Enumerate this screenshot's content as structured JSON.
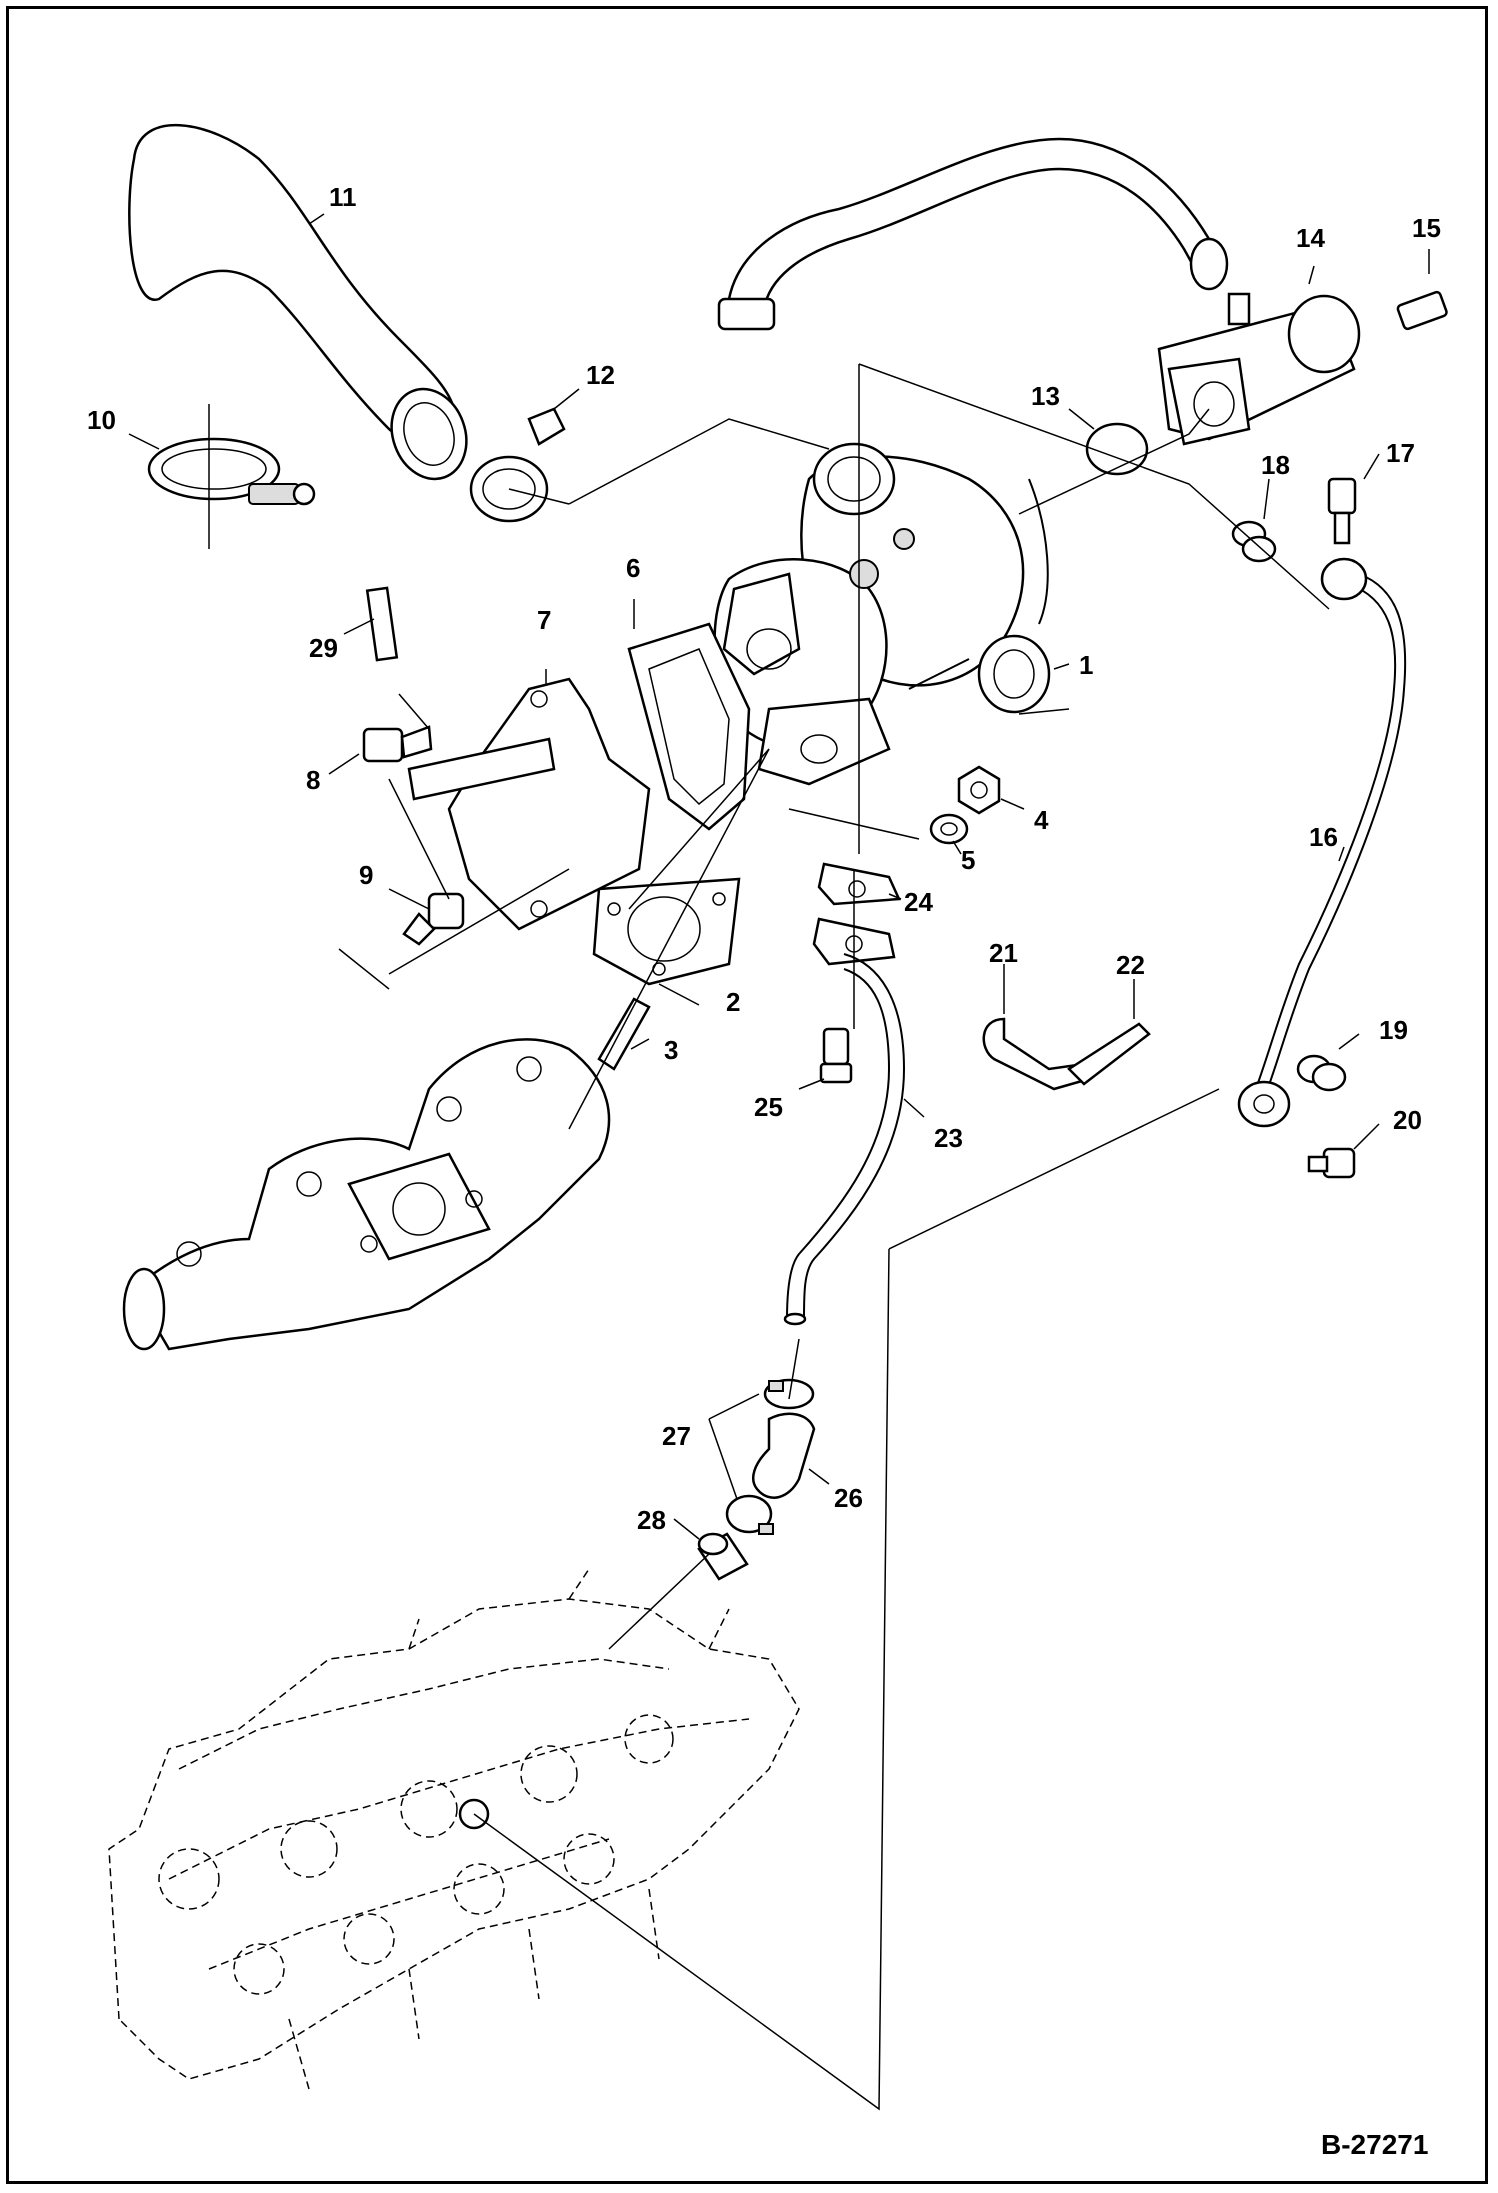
{
  "diagram": {
    "drawing_code": "B-27271",
    "callouts": {
      "c1": "1",
      "c2": "2",
      "c3": "3",
      "c4": "4",
      "c5": "5",
      "c6": "6",
      "c7": "7",
      "c8": "8",
      "c9": "9",
      "c10": "10",
      "c11": "11",
      "c12": "12",
      "c13": "13",
      "c14": "14",
      "c15": "15",
      "c16": "16",
      "c17": "17",
      "c18": "18",
      "c19": "19",
      "c20": "20",
      "c21": "21",
      "c22": "22",
      "c23": "23",
      "c24": "24",
      "c25": "25",
      "c26": "26",
      "c27": "27",
      "c28": "28",
      "c29": "29"
    }
  }
}
